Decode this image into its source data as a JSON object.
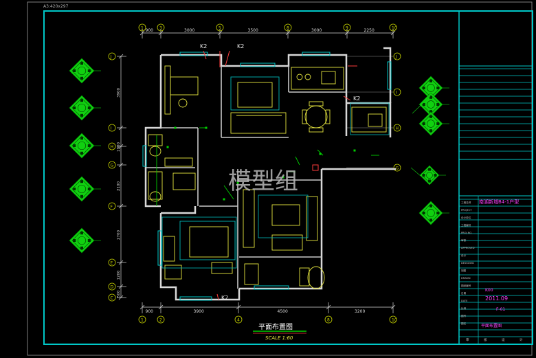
{
  "sheet": {
    "size_label": "A3:420x297",
    "title": "平面布置图",
    "scale": "SCALE 1:60",
    "watermark": "模型组"
  },
  "dimensions": {
    "top": [
      "900",
      "3000",
      "3500",
      "3000",
      "2250"
    ],
    "bottom": [
      "900",
      "3900",
      "4500",
      "3200"
    ],
    "left": [
      "3900",
      "1900",
      "2100",
      "2700",
      "1200",
      "500"
    ]
  },
  "grid": {
    "columns": [
      "1",
      "3",
      "5",
      "8",
      "9",
      "10"
    ],
    "bottom_columns": [
      "1",
      "2",
      "4",
      "8",
      "10"
    ],
    "rows_left": [
      "J",
      "I",
      "H",
      "G",
      "F",
      "E",
      "D",
      "C"
    ],
    "rows_right": [
      "J",
      "I",
      "H",
      "G"
    ]
  },
  "plan_labels": {
    "k2_a": "K2",
    "k2_b": "K2",
    "k2_c": "K2",
    "k2_d": "K2",
    "k2_e": "K2"
  },
  "title_block": {
    "project": "南湖新城B4-1户型",
    "date": "2011.09",
    "drawing_no": "F-01",
    "drawing_name": "平面布置图",
    "code": "K00",
    "block_labels": [
      "工程名称",
      "PROJECT",
      "设计单位",
      "工程编号",
      "PROJ NO.",
      "审核",
      "APPROVED",
      "设计",
      "DESIGNED",
      "制图",
      "DRAWN",
      "图纸编号",
      "日期",
      "DATE",
      "比例",
      "图号",
      "图名"
    ],
    "sign_row": [
      "审",
      "核",
      "设",
      "计"
    ]
  },
  "colors": {
    "frame": "#00c8c8",
    "wall": "#d8d8d8",
    "dim": "#d8d8d8",
    "grid_bubble": "#c8d400",
    "room": "#00b8b8",
    "furniture": "#e8e840",
    "accent": "#ff3c3c",
    "green": "#00d000",
    "magenta": "#ff40ff"
  }
}
